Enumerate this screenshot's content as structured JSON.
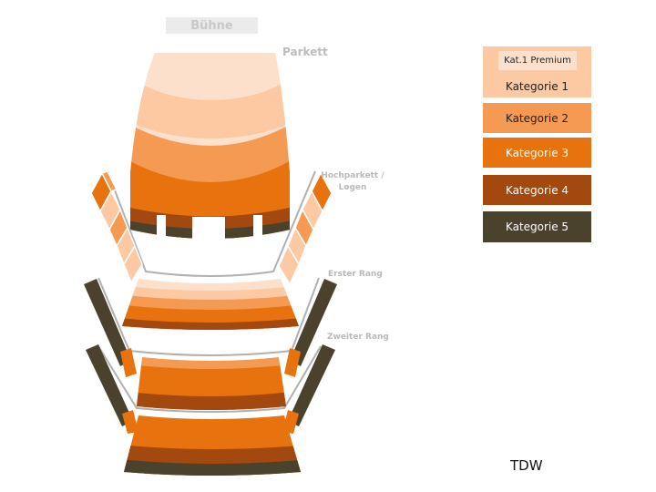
{
  "stage_label": "Bühne",
  "sections": {
    "parkett": "Parkett",
    "hochparkett": "Hochparkett /",
    "logen": "Logen",
    "erster_rang": "Erster Rang",
    "zweiter_rang": "Zweiter Rang"
  },
  "legend": {
    "premium": "Kat.1 Premium",
    "items": [
      "Kategorie 1",
      "Kategorie 2",
      "Kategorie 3",
      "Kategorie 4",
      "Kategorie 5"
    ]
  },
  "colors": {
    "premium": "#fde0cb",
    "kategorie_1": "#fcc9a2",
    "kategorie_2": "#f59a53",
    "kategorie_3": "#e8730e",
    "kategorie_4": "#a3480e",
    "kategorie_5": "#4a422c"
  },
  "watermark": "TDW"
}
